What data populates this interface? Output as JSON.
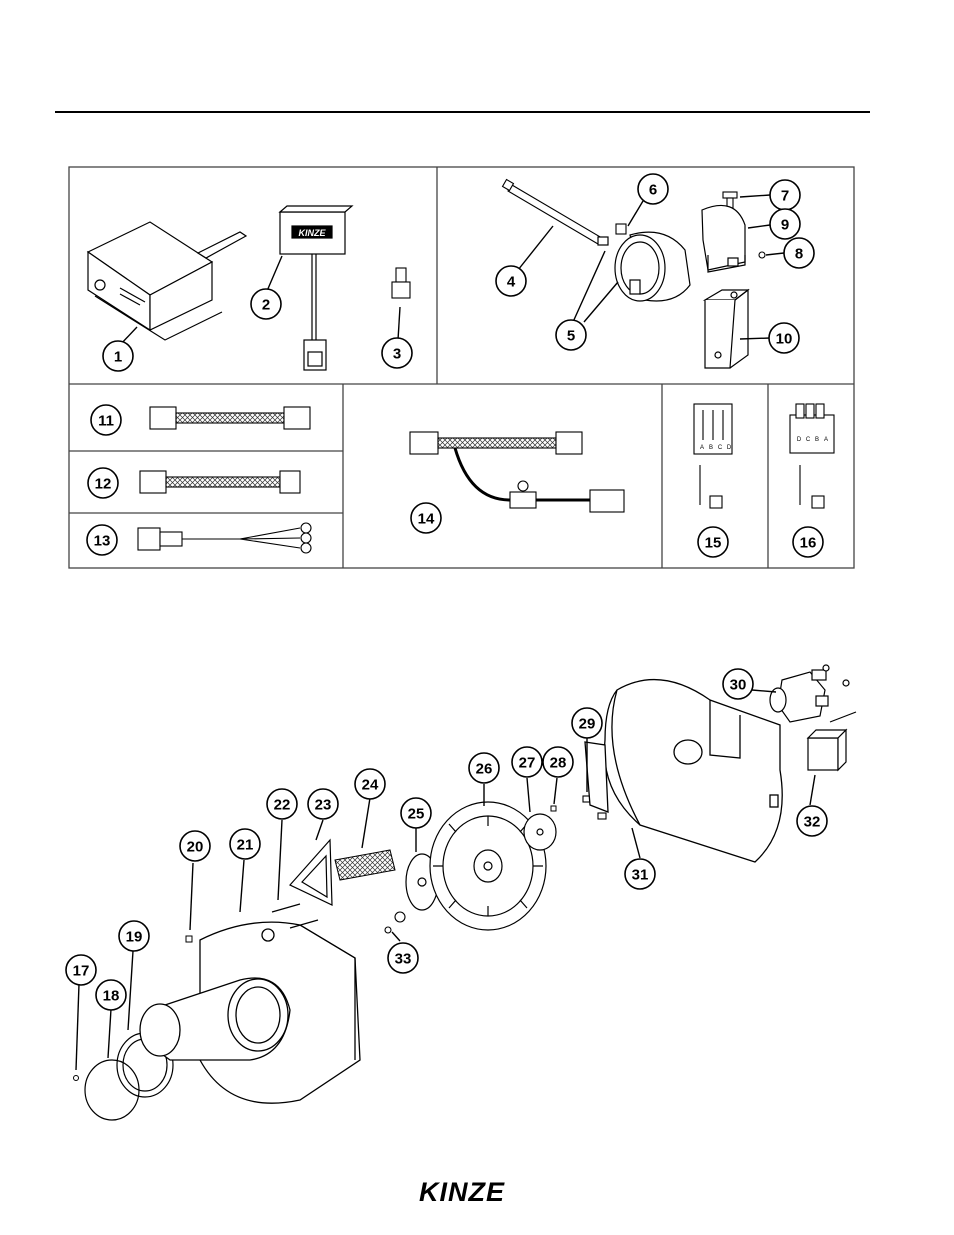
{
  "logo": {
    "text": "KINZE",
    "kind": "brand-logo"
  },
  "labels": [
    "1",
    "2",
    "3",
    "4",
    "5",
    "6",
    "7",
    "8",
    "9",
    "10",
    "11",
    "12",
    "13",
    "14",
    "15",
    "16",
    "17",
    "18",
    "19",
    "20",
    "21",
    "22",
    "23",
    "24",
    "25",
    "26",
    "27",
    "28",
    "29",
    "30",
    "31",
    "32",
    "33"
  ],
  "connector_pins_a": [
    "A",
    "B",
    "C",
    "D"
  ],
  "connector_pins_b": [
    "D",
    "C",
    "B",
    "A"
  ]
}
